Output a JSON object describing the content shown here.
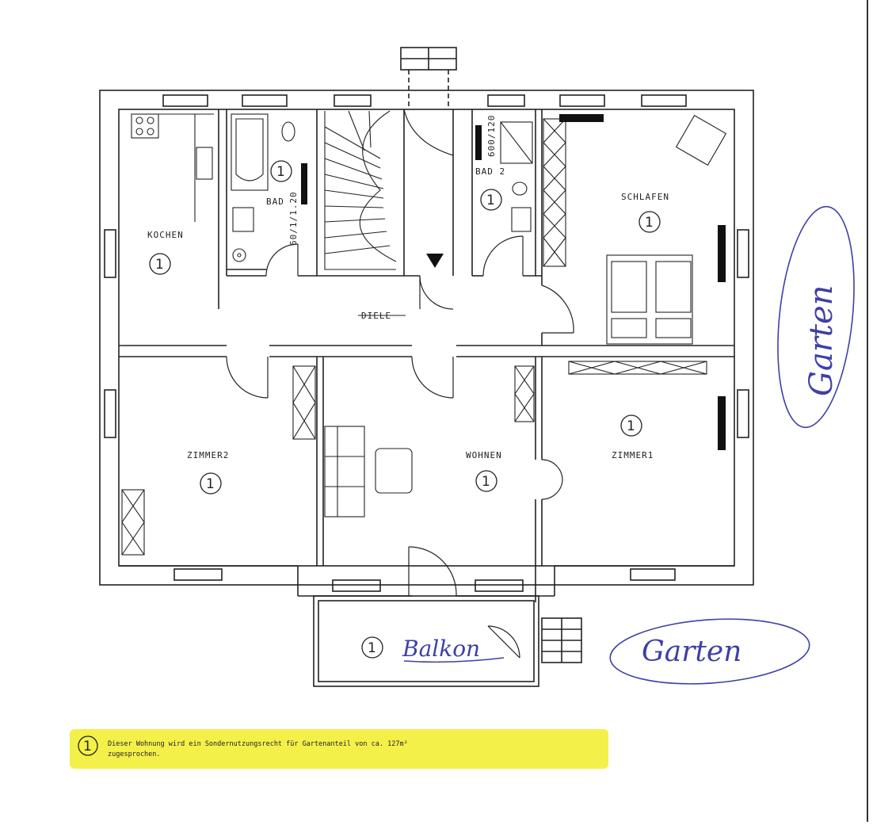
{
  "rooms": {
    "kochen": "KOCHEN",
    "bad": "BAD",
    "bad2": "BAD 2",
    "schlafen": "SCHLAFEN",
    "diele": "DIELE",
    "zimmer2": "ZIMMER2",
    "wohnen": "WOHNEN",
    "zimmer1": "ZIMMER1"
  },
  "dimensions": {
    "bad": "60/1/1.20",
    "bad2": "600/120"
  },
  "marker": "1",
  "handwritten": {
    "garten_right": "Garten",
    "garten_bottom": "Garten",
    "balkon": "Balkon"
  },
  "legend": {
    "marker": "1",
    "line1": "Dieser Wohnung wird ein Sondernutzungsrecht für Gartenanteil von ca. 127m²",
    "line2": "zugesprochen."
  },
  "colors": {
    "highlight": "#f4f04a",
    "ink": "#222222",
    "pen": "#3f3fa8"
  }
}
